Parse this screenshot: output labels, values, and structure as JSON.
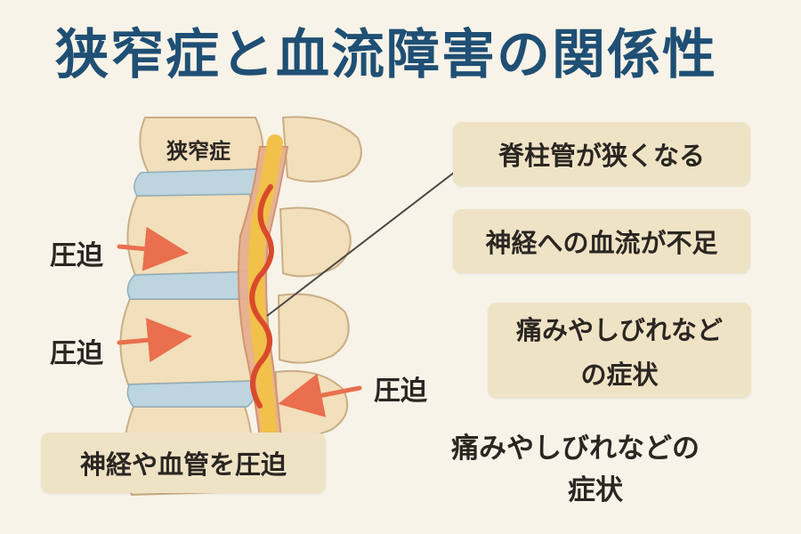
{
  "title": "狭窄症と血流障害の関係性",
  "labels": {
    "stenosis": "狭窄症",
    "compression_1": "圧迫",
    "compression_2": "圧迫",
    "compression_3": "圧迫"
  },
  "boxes": {
    "canal_narrow": "脊柱管が狭くなる",
    "blood_shortage": "神経への血流が不足",
    "symptoms_line1": "痛みやしびれなど",
    "symptoms_line2": "の症状",
    "compress_nerve_vessel": "神経や血管を圧迫"
  },
  "free_text": {
    "line1": "痛みやしびれなどの",
    "line2": "症状"
  },
  "colors": {
    "title": "#1f4f74",
    "bone": "#f2dfbb",
    "disc": "#bcd5df",
    "nerve": "#f2c14a",
    "vessel": "#d94b2b",
    "arrow": "#e96f4e",
    "box": "#efe3c6"
  }
}
